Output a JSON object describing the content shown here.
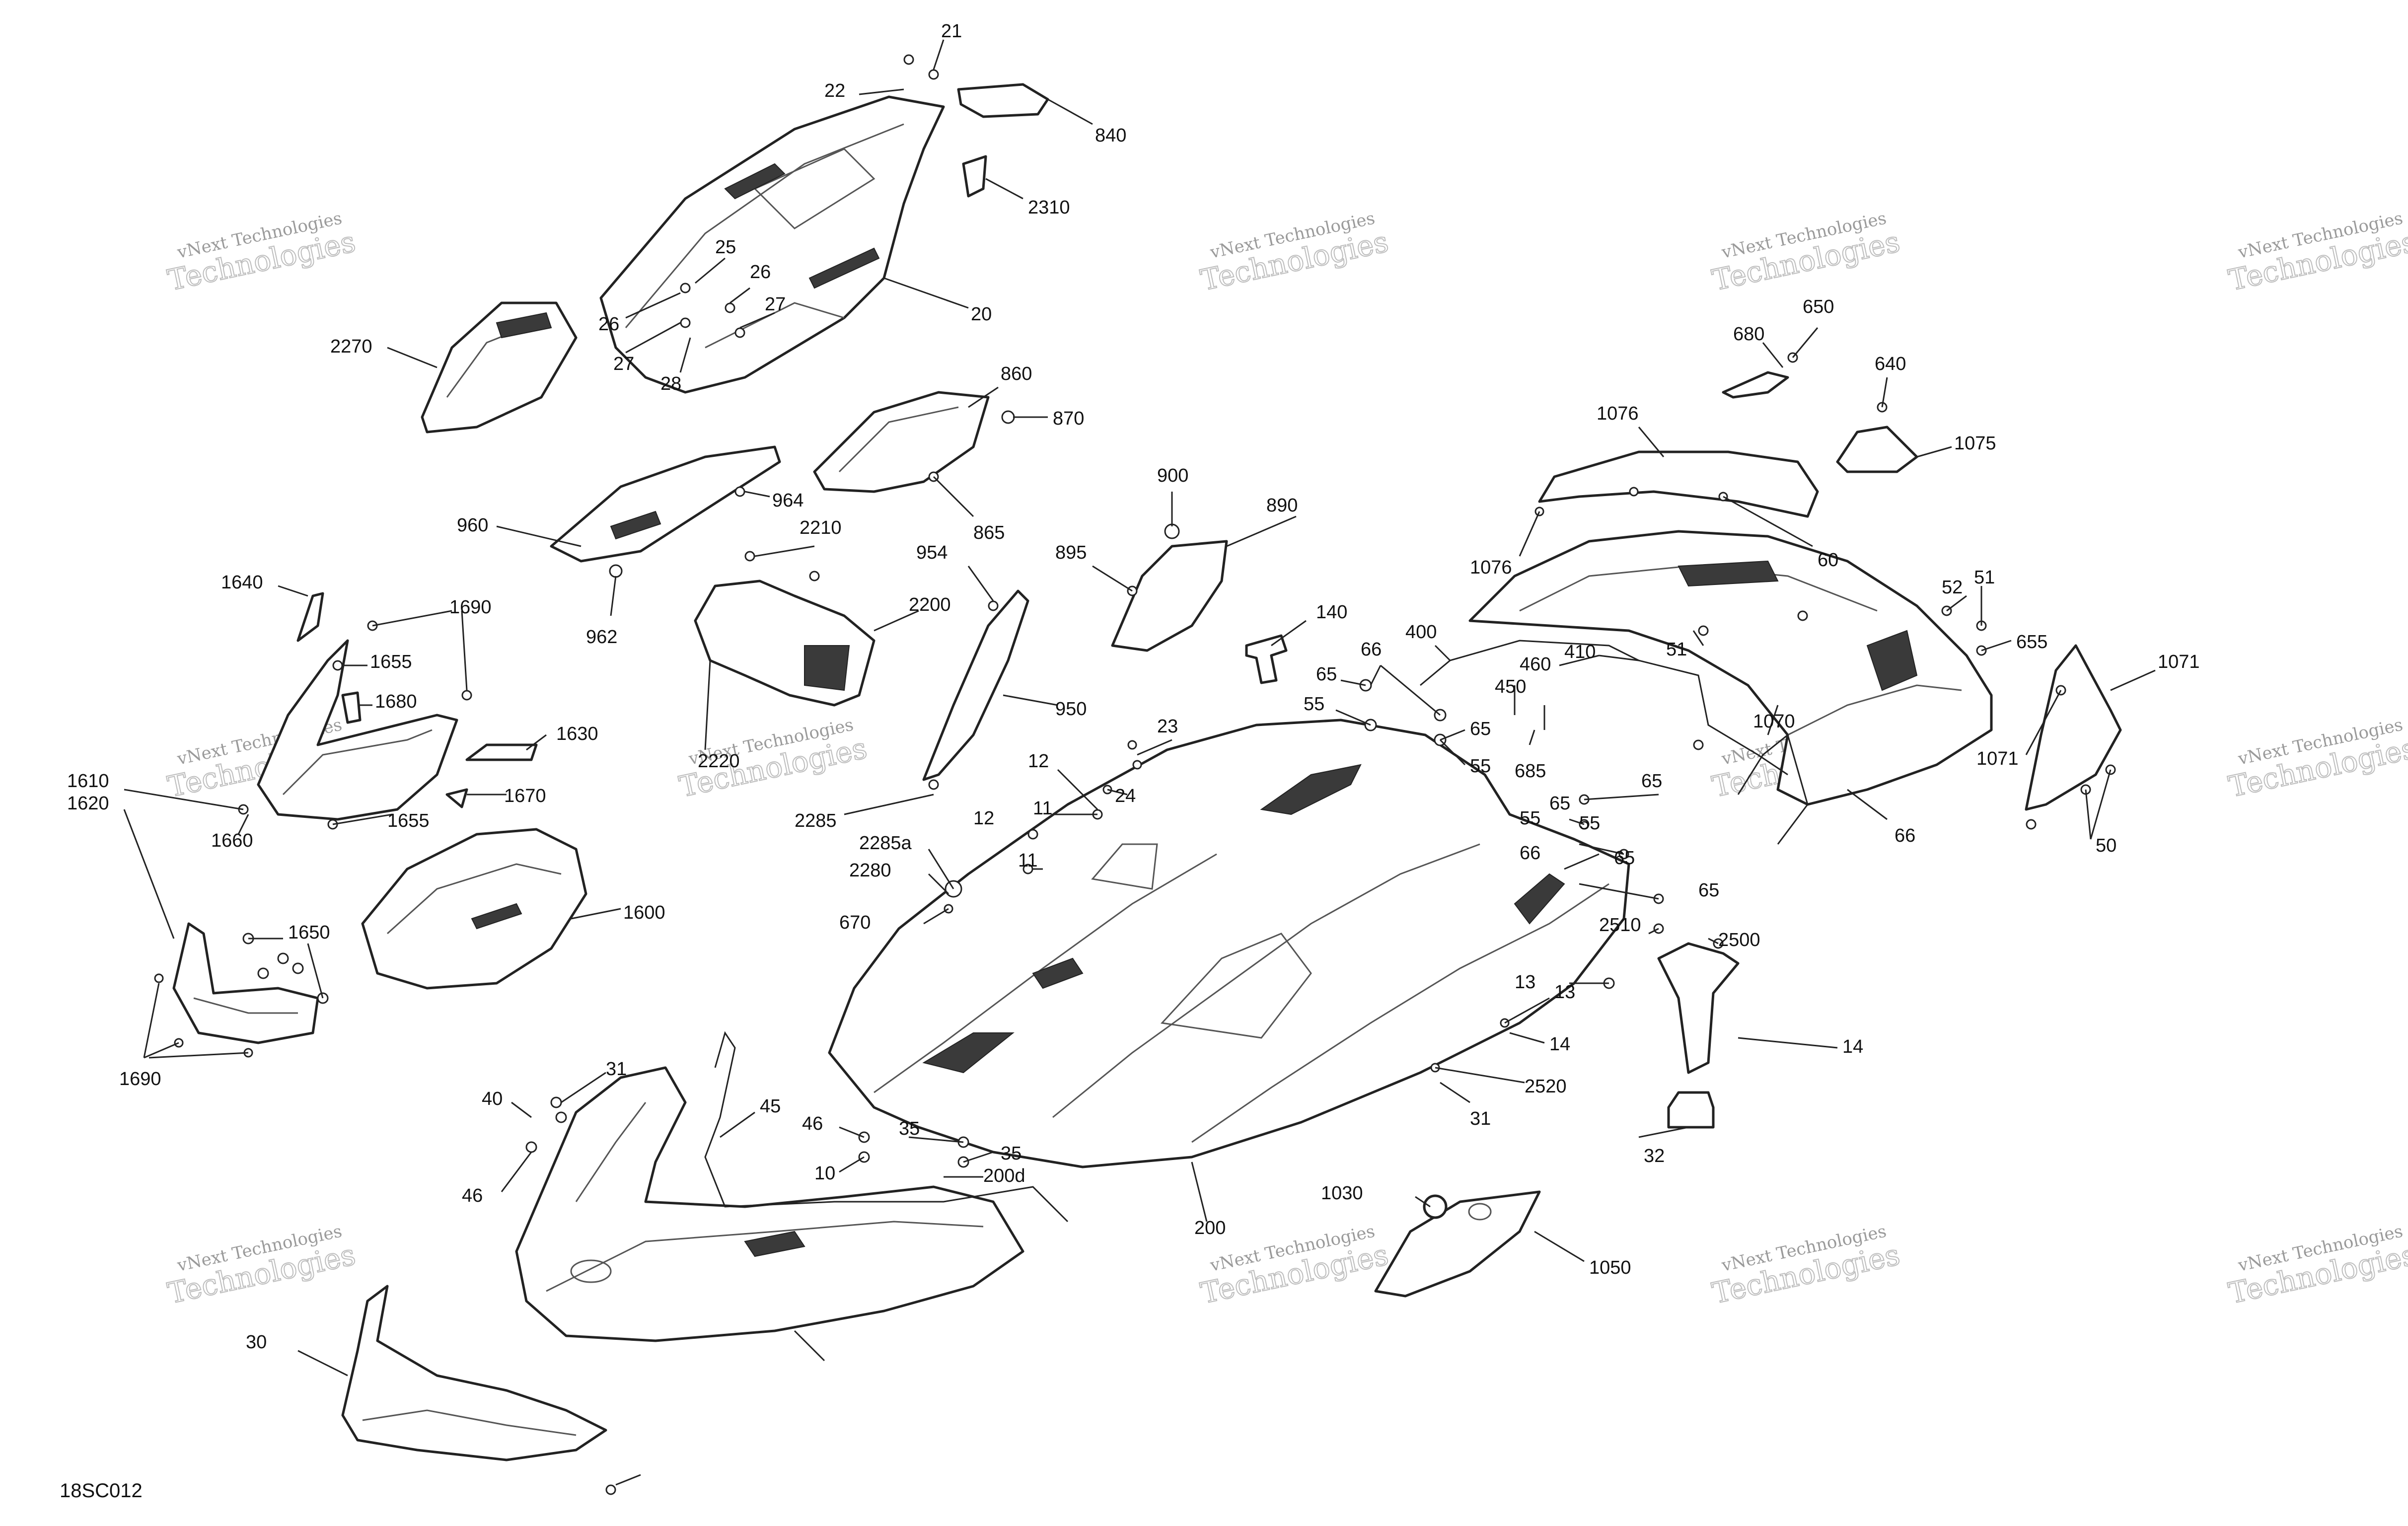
{
  "diagram_code": "18SC012",
  "watermark": {
    "brand": "vNext Technologies",
    "word": "Technologies"
  },
  "callouts": [
    "21",
    "22",
    "840",
    "2310",
    "25",
    "26",
    "26",
    "27",
    "27",
    "28",
    "20",
    "2270",
    "860",
    "870",
    "865",
    "964",
    "960",
    "2210",
    "962",
    "954",
    "2200",
    "2220",
    "950",
    "1640",
    "1690",
    "1655",
    "1680",
    "1630",
    "1670",
    "1610",
    "1620",
    "1660",
    "1655",
    "1600",
    "1650",
    "1690",
    "900",
    "890",
    "895",
    "140",
    "66",
    "65",
    "55",
    "65",
    "55",
    "23",
    "12",
    "24",
    "11",
    "12",
    "11",
    "2285",
    "2285a",
    "2280",
    "670",
    "680",
    "650",
    "640",
    "1075",
    "1076",
    "1076",
    "60",
    "400",
    "410",
    "460",
    "450",
    "685",
    "51",
    "52",
    "51",
    "655",
    "1070",
    "1071",
    "1071",
    "50",
    "66",
    "65",
    "65",
    "55",
    "55",
    "66",
    "65",
    "65",
    "2510",
    "2500",
    "13",
    "14",
    "13",
    "14",
    "2520",
    "31",
    "32",
    "31",
    "40",
    "46",
    "45",
    "46",
    "35",
    "35",
    "10",
    "200d",
    "200",
    "1030",
    "1050",
    "30"
  ]
}
